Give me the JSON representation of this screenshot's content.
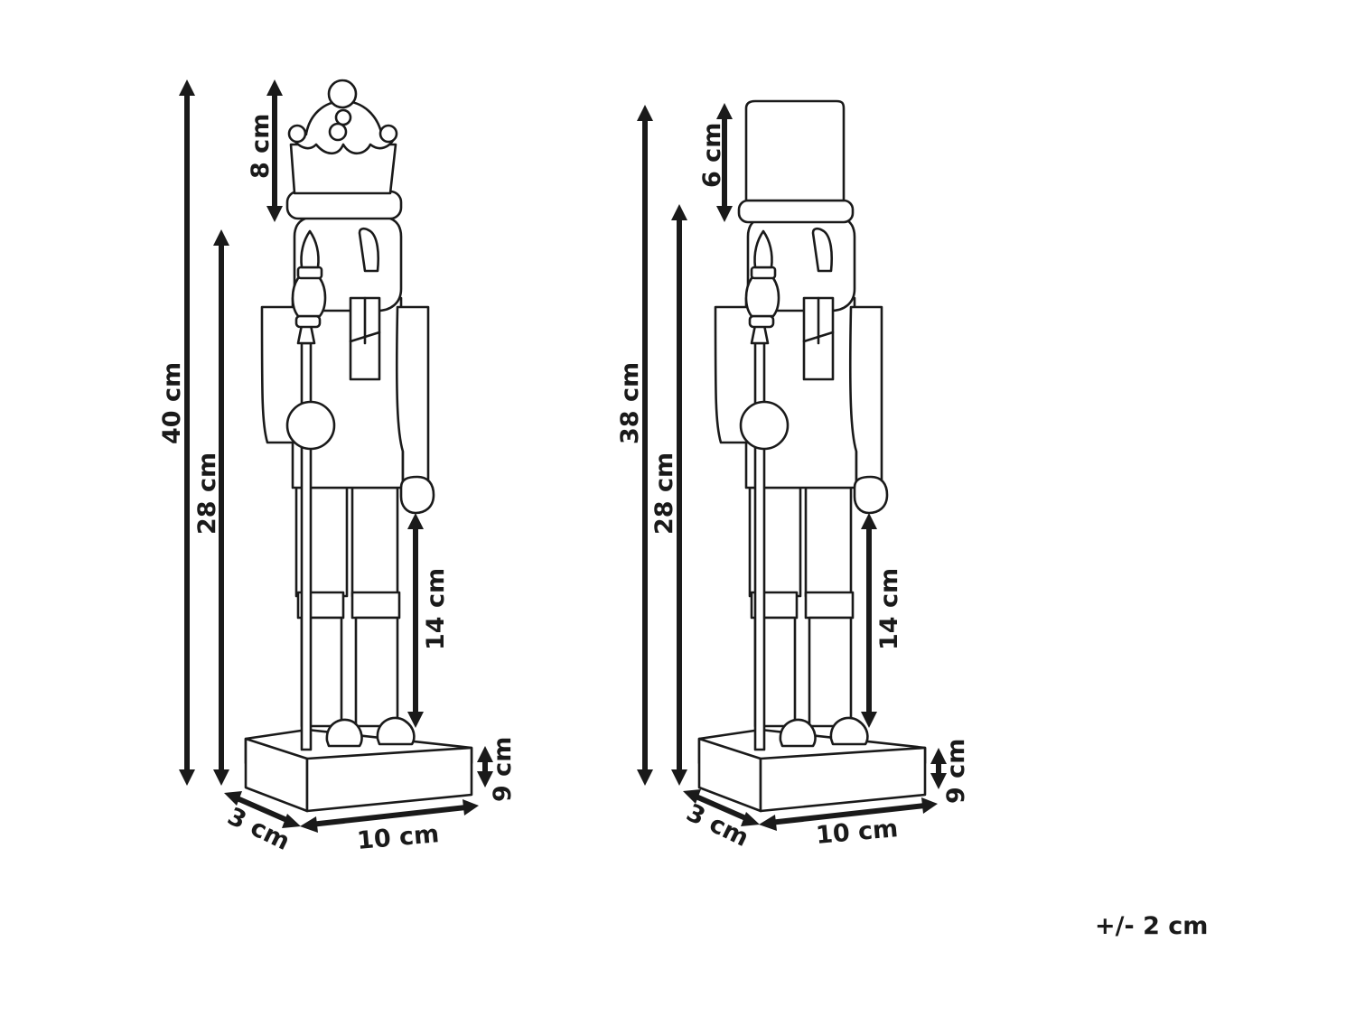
{
  "figures": [
    {
      "name": "nutcracker-crown",
      "hat": "crown",
      "dimensions": {
        "total_height": "40 cm",
        "body_height": "28 cm",
        "hat_height": "8 cm",
        "leg_height": "14 cm",
        "base_height": "9 cm",
        "base_depth": "3 cm",
        "base_width": "10 cm"
      }
    },
    {
      "name": "nutcracker-top-hat",
      "hat": "top-hat",
      "dimensions": {
        "total_height": "38 cm",
        "body_height": "28 cm",
        "hat_height": "6 cm",
        "leg_height": "14 cm",
        "base_height": "9 cm",
        "base_depth": "3 cm",
        "base_width": "10 cm"
      }
    }
  ],
  "tolerance": "+/- 2 cm",
  "colors": {
    "line": "#1a1a1a",
    "background": "#ffffff"
  }
}
